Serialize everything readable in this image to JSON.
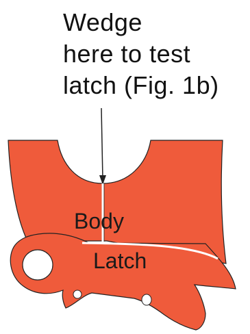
{
  "annotation": {
    "lines": [
      "Wedge",
      "here to test",
      "latch (Fig. 1b)"
    ]
  },
  "parts": {
    "body_label": "Body",
    "latch_label": "Latch"
  },
  "colors": {
    "part_fill": "#ef5b3b",
    "outline": "#222222",
    "background": "#ffffff"
  }
}
